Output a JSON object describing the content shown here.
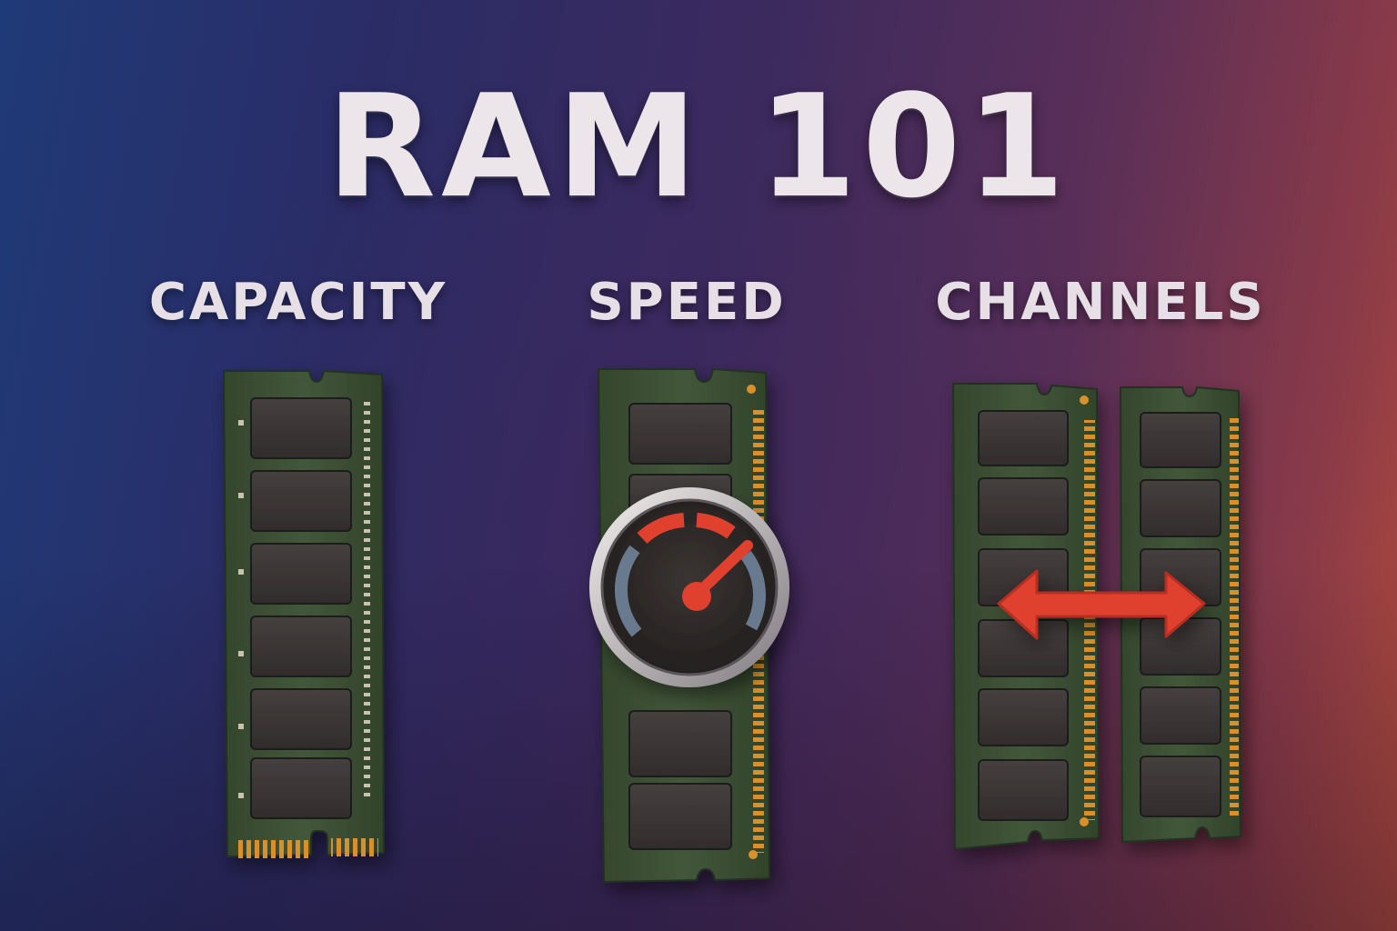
{
  "title": "RAM 101",
  "sections": [
    {
      "label": "CAPACITY",
      "icon": "ram-module-icon"
    },
    {
      "label": "SPEED",
      "icon": "speedometer-icon"
    },
    {
      "label": "CHANNELS",
      "icon": "bidirectional-arrow-icon"
    }
  ],
  "colors": {
    "background_left": "#1f3a78",
    "background_right": "#b24b3c",
    "text": "#ece6ea",
    "pcb": "#3e5234",
    "chip": "#3b3635",
    "contacts": "#d9902c",
    "accent_red": "#e0412f"
  }
}
